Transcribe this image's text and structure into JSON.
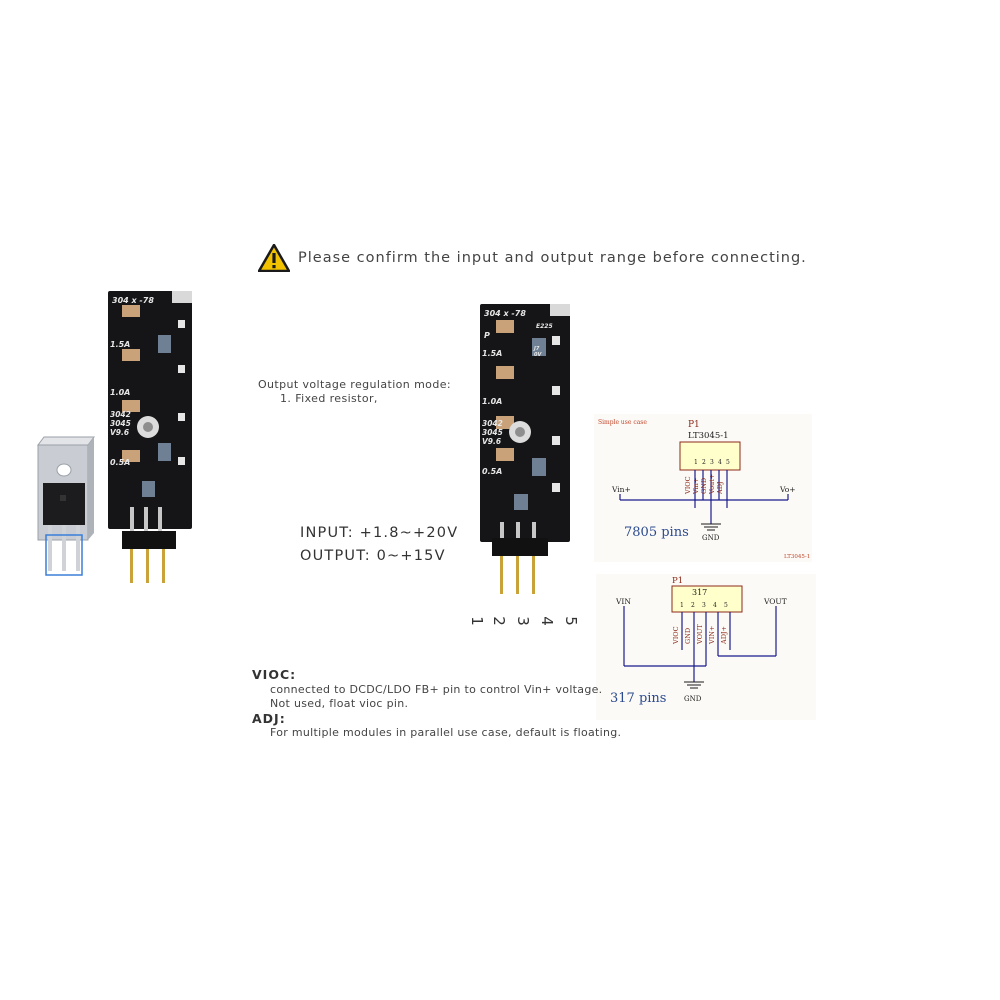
{
  "warning": {
    "icon": "warning-triangle-icon",
    "text": "Please confirm the input and output range before connecting."
  },
  "regulation": {
    "title": "Output voltage regulation mode:",
    "item": "1. Fixed resistor,"
  },
  "ranges": {
    "input": "INPUT: +1.8~+20V",
    "output": "OUTPUT: 0~+15V"
  },
  "pin_numbers": [
    "1",
    "2",
    "3",
    "4",
    "5"
  ],
  "board": {
    "top_code": "304 x -78",
    "p_label": "P",
    "cap_label": "E225",
    "current_1": "1.5A",
    "current_2": "1.0A",
    "current_3": "0.5A",
    "model_1": "3042",
    "model_2": "3045",
    "version": "V9.6",
    "jumper_a": "J7",
    "jumper_b": "0V"
  },
  "notes": {
    "vioc_title": "VIOC:",
    "vioc_line1": "connected to DCDC/LDO FB+ pin to control Vin+ voltage.",
    "vioc_line2": "Not used, float vioc pin.",
    "adj_title": "ADJ:",
    "adj_line1": "For multiple modules in parallel use case, default is floating."
  },
  "schematic_top": {
    "header": "Simple use case",
    "part": "P1",
    "part_name": "LT3045-1",
    "pins": [
      "VIOC",
      "Vin+",
      "GND",
      "Vout+",
      "ADJ"
    ],
    "pin_nums": [
      "1",
      "2",
      "3",
      "4",
      "5"
    ],
    "vin": "Vin+",
    "vo": "Vo+",
    "gnd": "GND",
    "caption": "7805 pins",
    "footer": "LT3045-1",
    "caption_color": "#2b4a8f"
  },
  "schematic_bottom": {
    "part": "P1",
    "part_name": "317",
    "pins": [
      "VIOC",
      "GND",
      "VOUT",
      "VIN+",
      "ADJ+"
    ],
    "pin_nums": [
      "1",
      "2",
      "3",
      "4",
      "5"
    ],
    "vin": "VIN",
    "vout": "VOUT",
    "gnd": "GND",
    "caption": "317 pins",
    "caption_color": "#2b4a8f"
  },
  "colors": {
    "wire": "#1a1a8c",
    "part_fill": "#ffffcc",
    "part_stroke": "#8b2a1a",
    "pcb": "#151517",
    "warning": "#f2c200"
  }
}
